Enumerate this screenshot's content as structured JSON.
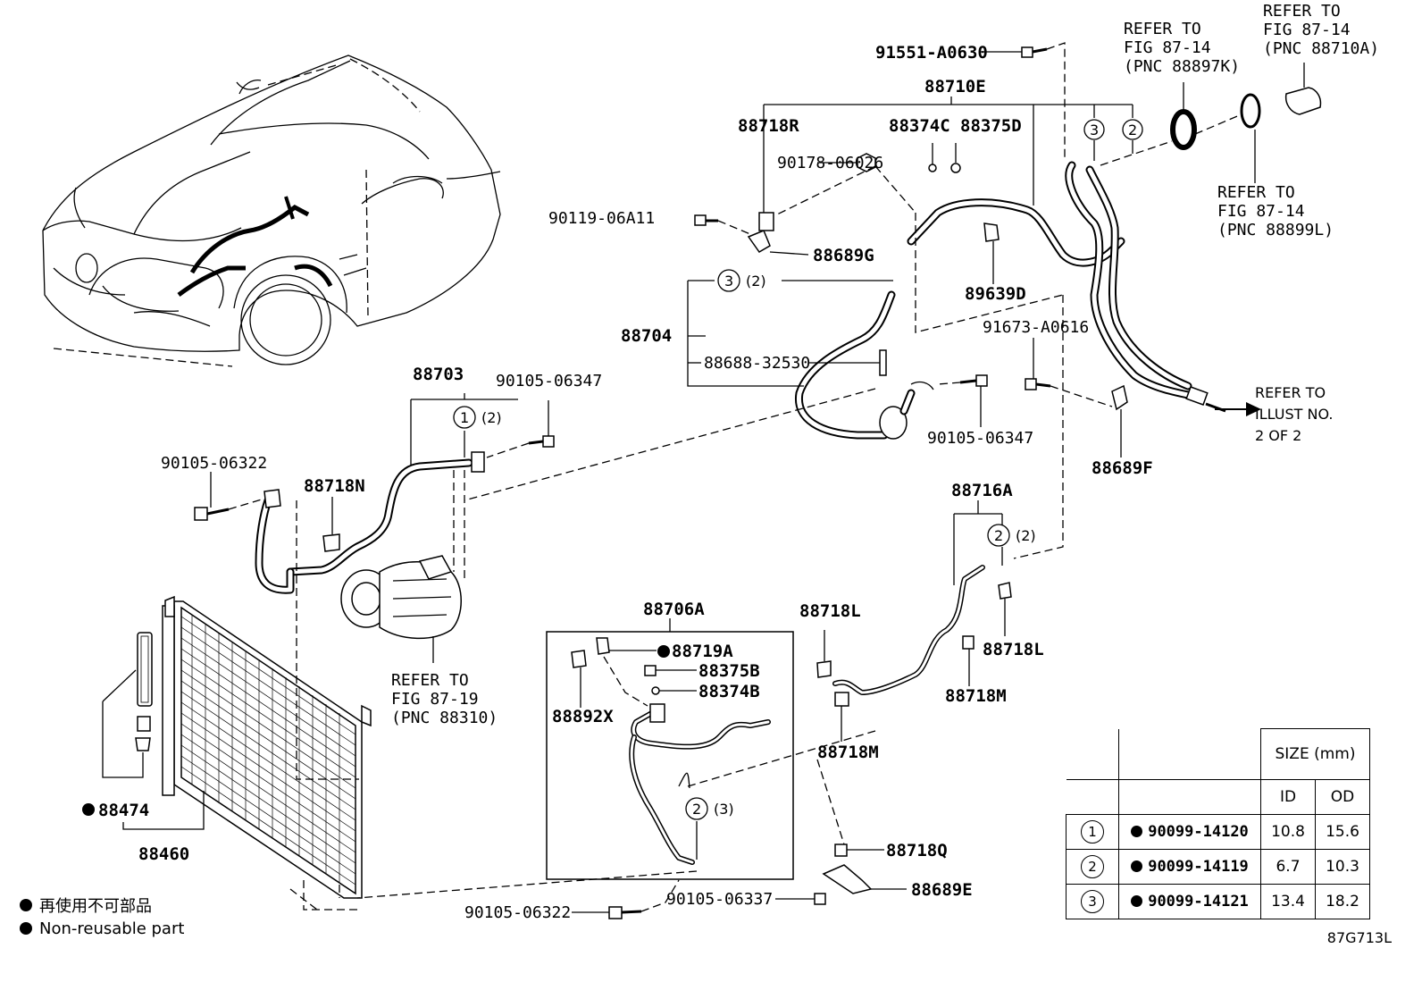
{
  "figure_code": "87G713L",
  "legend": {
    "jp": "再使用不可部品",
    "en": "Non-reusable part"
  },
  "refer": {
    "r87_14_k": [
      "REFER TO",
      "FIG 87-14",
      "(PNC 88897K)"
    ],
    "r87_14_a": [
      "REFER TO",
      "FIG 87-14",
      "(PNC 88710A)"
    ],
    "r87_14_l": [
      "REFER TO",
      "FIG 87-14",
      "(PNC 88899L)"
    ],
    "r87_19": [
      "REFER TO",
      "FIG 87-19",
      "(PNC 88310)"
    ],
    "illust": [
      "REFER TO",
      "ILLUST NO.",
      "2 OF 2"
    ]
  },
  "labels": {
    "p91551": "91551-A0630",
    "p88710E": "88710E",
    "p88718R": "88718R",
    "p88374C": "88374C",
    "p88375D": "88375D",
    "p90178": "90178-06026",
    "p90119": "90119-06A11",
    "p88689G": "88689G",
    "p89639D": "89639D",
    "p88704": "88704",
    "p88688": "88688-32530",
    "p91673": "91673-A0616",
    "p90105_a": "90105-06347",
    "p90105_b": "90105-06347",
    "p88689F": "88689F",
    "p88703": "88703",
    "p90105_c": "90105-06322",
    "p88718N": "88718N",
    "p88716A": "88716A",
    "p88706A": "88706A",
    "p88719A": "88719A",
    "p88375B": "88375B",
    "p88374B": "88374B",
    "p88892X": "88892X",
    "p88718L_a": "88718L",
    "p88718L_b": "88718L",
    "p88718M_a": "88718M",
    "p88718M_b": "88718M",
    "p88474": "88474",
    "p88460": "88460",
    "p88718Q": "88718Q",
    "p88689E": "88689E",
    "p90105_d": "90105-06322",
    "p90105_e": "90105-06337",
    "q2": "(2)",
    "q3": "(3)"
  },
  "circles": {
    "one": "1",
    "two": "2",
    "three": "3"
  },
  "size_table": {
    "title": "SIZE (mm)",
    "col_id": "ID",
    "col_od": "OD",
    "rows": [
      {
        "ring": "1",
        "part": "90099-14120",
        "id": "10.8",
        "od": "15.6"
      },
      {
        "ring": "2",
        "part": "90099-14119",
        "id": "6.7",
        "od": "10.3"
      },
      {
        "ring": "3",
        "part": "90099-14121",
        "id": "13.4",
        "od": "18.2"
      }
    ]
  }
}
